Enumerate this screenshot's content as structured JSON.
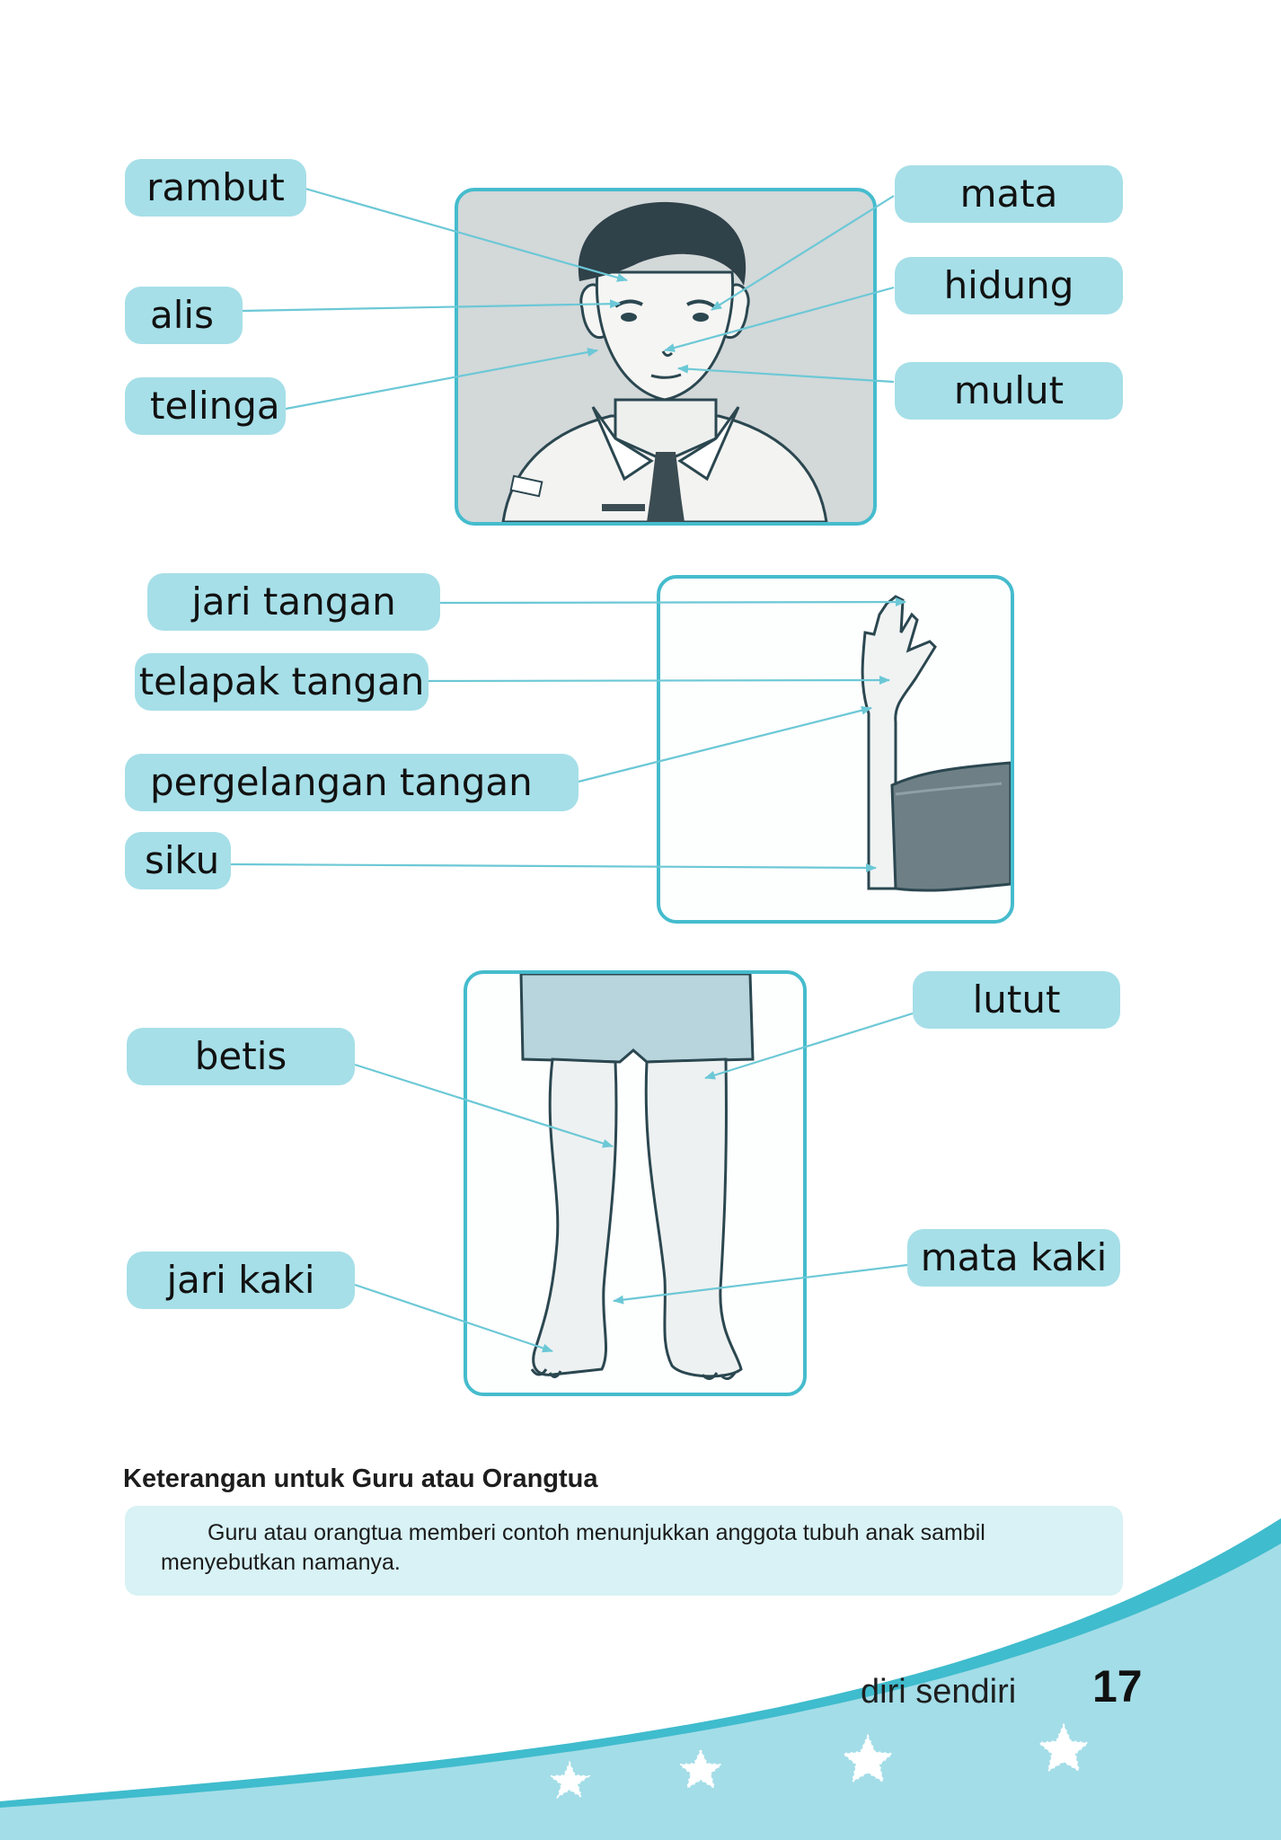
{
  "colors": {
    "label_bg": "#a6dfe8",
    "frame_border": "#45bccd",
    "pointer_line": "#6cc8d6",
    "note_bg": "#d8f2f5",
    "wave_dark": "#3fbccd",
    "wave_light": "#a3dde8"
  },
  "face_section": {
    "labels": {
      "rambut": "rambut",
      "alis": "alis",
      "telinga": "telinga",
      "mata": "mata",
      "hidung": "hidung",
      "mulut": "mulut"
    },
    "image": "boy-face-illustration"
  },
  "arm_section": {
    "labels": {
      "jari_tangan": "jari tangan",
      "telapak_tangan": "telapak tangan",
      "pergelangan_tangan": "pergelangan tangan",
      "siku": "siku"
    },
    "image": "raised-arm-illustration"
  },
  "leg_section": {
    "labels": {
      "betis": "betis",
      "jari_kaki": "jari kaki",
      "lutut": "lutut",
      "mata_kaki": "mata kaki"
    },
    "image": "legs-illustration"
  },
  "note": {
    "title": "Keterangan untuk Guru atau Orangtua",
    "text": "Guru atau orangtua memberi contoh menunjukkan anggota tubuh anak sambil menyebutkan namanya."
  },
  "footer": {
    "chapter": "diri sendiri",
    "page_number": "17"
  }
}
